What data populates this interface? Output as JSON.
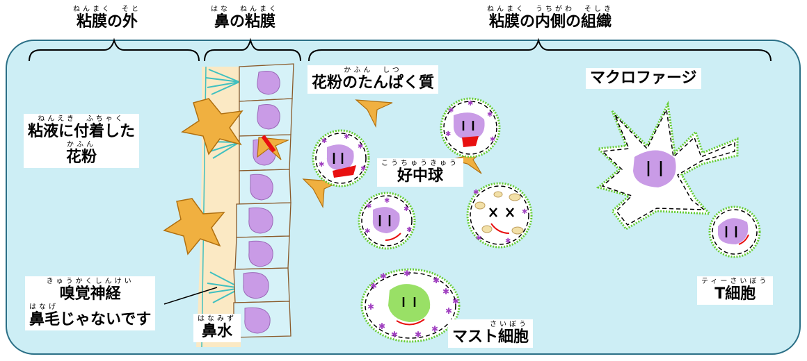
{
  "labels": {
    "outside_mucosa": {
      "ruby": "ねんまく　そと",
      "text": "粘膜の外"
    },
    "nasal_mucosa": {
      "ruby": "はな　ねんまく",
      "text": "鼻の粘膜"
    },
    "inner_tissue": {
      "ruby": "ねんまく　うちがわ　そしき",
      "text": "粘膜の内側の組織"
    },
    "pollen_on_mucus": {
      "ruby1": "ねんえき　ふちゃく",
      "text1": "粘液に付着した",
      "ruby2": "かふん",
      "text2": "花粉"
    },
    "olfactory_nerve": {
      "ruby1": "きゅうかくしんけい",
      "text1": "嗅覚神経",
      "ruby2": "はなげ",
      "text2": "鼻毛じゃないです"
    },
    "nasal_mucus": {
      "ruby": "はなみず",
      "text": "鼻水"
    },
    "pollen_protein": {
      "ruby": "かふん　しつ",
      "text": "花粉のたんぱく質"
    },
    "neutrophil": {
      "ruby": "こうちゅうきゅう",
      "text": "好中球"
    },
    "mast_cell": {
      "ruby": "さいぼう",
      "text": "マスト細胞"
    },
    "macrophage": {
      "text": "マクロファージ"
    },
    "t_cell": {
      "ruby": "ティーさいぼう",
      "text": "T細胞"
    }
  },
  "colors": {
    "tissue_fill": "#cdeef5",
    "tissue_stroke": "#2a6f86",
    "mucus": "#fbe9c4",
    "nucleus": "#c99be6",
    "pollen": "#f0b040",
    "granule": "#a040c0",
    "membrane": "#66cc33",
    "pollen_protein": "#e81010",
    "nerve": "#40c0c0"
  }
}
